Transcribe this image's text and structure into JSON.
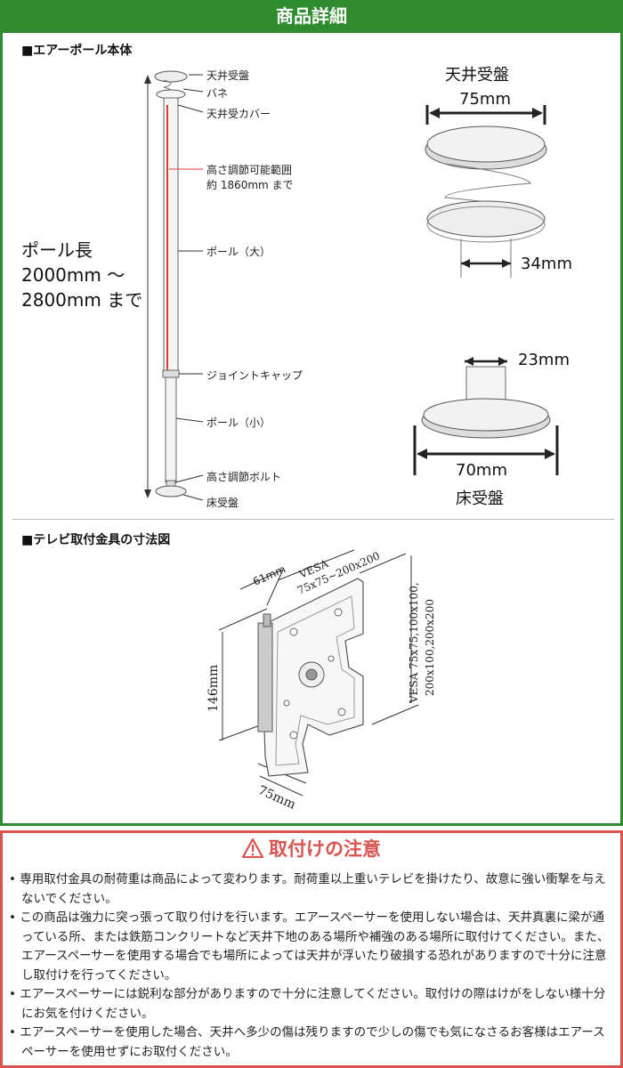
{
  "header": {
    "title": "商品詳細"
  },
  "pole_section": {
    "heading": "■エアーポール本体",
    "callouts": {
      "ceiling_plate": "天井受盤",
      "spring": "バネ",
      "ceiling_cover": "天井受カバー",
      "adjust_range_1": "高さ調節可能範囲",
      "adjust_range_2": "約 1860mm まで",
      "pole_large": "ポール（大）",
      "joint_cap": "ジョイントキャップ",
      "pole_small": "ポール（小）",
      "adjust_bolt": "高さ調節ボルト",
      "floor_plate": "床受盤"
    },
    "pole_length": [
      "ポール長",
      "2000mm ～",
      "2800mm まで"
    ],
    "ceiling_detail": {
      "title": "天井受盤",
      "diameter": "75mm",
      "pole_width": "34mm"
    },
    "floor_detail": {
      "pole_width": "23mm",
      "diameter": "70mm",
      "title": "床受盤"
    }
  },
  "bracket_section": {
    "heading": "■テレビ取付金具の寸法図",
    "depth": "61mm",
    "vesa_top_1": "VESA",
    "vesa_top_2": "75x75~200x200",
    "vesa_side_1": "VESA 75x75,100x100,",
    "vesa_side_2": "200x100,200x200",
    "height": "146mm",
    "width": "75mm"
  },
  "caution": {
    "title": "取付けの注意",
    "items": [
      "専用取付金具の耐荷重は商品によって変わります。耐荷重以上重いテレビを掛けたり、故意に強い衝撃を与えないでください。",
      "この商品は強力に突っ張って取り付けを行います。エアースペーサーを使用しない場合は、天井真裏に梁が通っている所、または鉄筋コンクリートなど天井下地のある場所や補強のある場所に取付けてください。また、エアースペーサーを使用する場合でも場所によっては天井が浮いたり破損する恐れがありますので十分に注意し取付けを行ってください。",
      "エアースペーサーには鋭利な部分がありますので十分に注意してください。取付けの際はけがをしない様十分にお気を付けください。",
      "エアースペーサーを使用した場合、天井へ多少の傷は残りますので少しの傷でも気になさるお客様はエアースペーサーを使用せずにお取付ください。"
    ]
  },
  "colors": {
    "green": "#2e8b2e",
    "red": "#d9534f"
  },
  "icons": [
    "warning-icon"
  ]
}
